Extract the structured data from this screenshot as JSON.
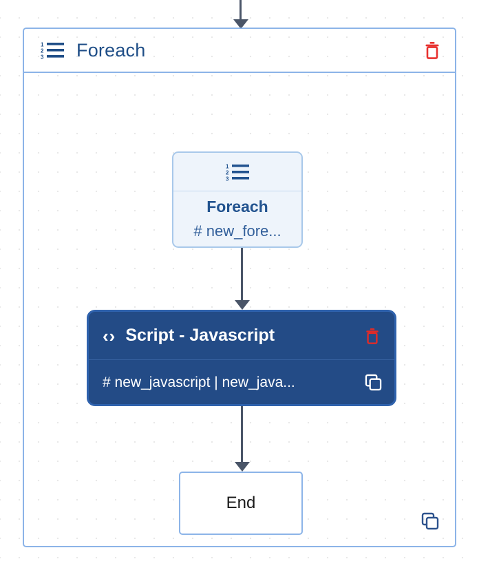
{
  "canvas": {
    "background_color": "#ffffff",
    "dot_color": "#e8e8e8"
  },
  "edges": [
    {
      "name": "edge-into-foreach-group",
      "from": "(above canvas)",
      "to": "foreach-group",
      "color": "#4a5568"
    },
    {
      "name": "edge-foreach-to-script",
      "from": "foreach-inner",
      "to": "script-javascript",
      "color": "#4a5568"
    },
    {
      "name": "edge-script-to-end",
      "from": "script-javascript",
      "to": "end",
      "color": "#4a5568"
    }
  ],
  "foreach_group": {
    "title": "Foreach",
    "icon": "numbered-list-icon",
    "border_color": "#8cb4e8",
    "title_color": "#1f4e87",
    "delete_icon": "trash-icon",
    "delete_color": "#e8312f",
    "copy_icon": "copy-icon",
    "copy_color": "#234b86"
  },
  "nodes": {
    "foreach_inner": {
      "icon": "numbered-list-icon",
      "label": "Foreach",
      "sublabel": "# new_fore...",
      "fill": "#eef4fb",
      "border_color": "#a8c8ea",
      "label_color": "#22538f"
    },
    "script_javascript": {
      "icon": "code-brackets-icon",
      "icon_glyph": "‹›",
      "title": "Script - Javascript",
      "sublabel": "# new_javascript | new_java...",
      "fill": "#234b86",
      "border_color": "#2f62ad",
      "title_color": "#ffffff",
      "delete_icon": "trash-icon",
      "delete_color": "#e8312f",
      "copy_icon": "copy-icon",
      "copy_color": "#ffffff"
    },
    "end": {
      "label": "End",
      "fill": "#ffffff",
      "border_color": "#8cb4e8",
      "label_color": "#1a1a1a"
    }
  }
}
